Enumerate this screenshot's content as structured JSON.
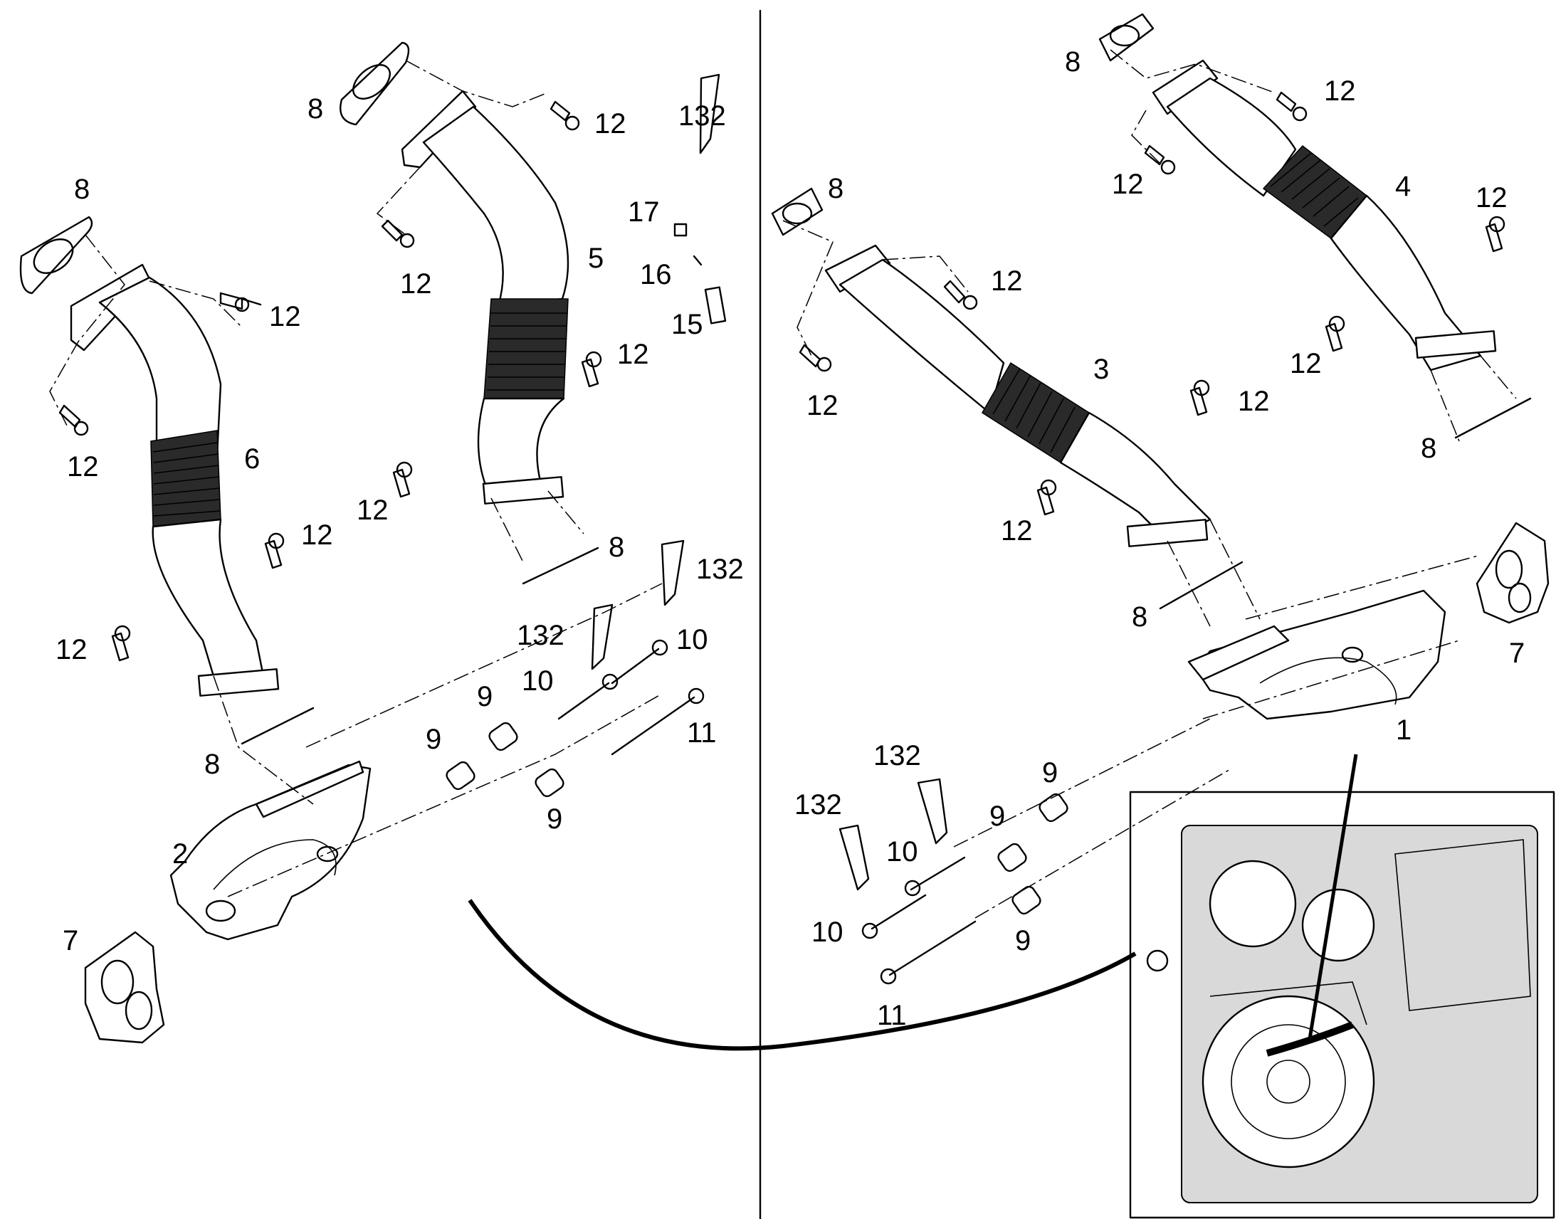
{
  "callouts": {
    "c1": "1",
    "c2": "2",
    "c3": "3",
    "c4": "4",
    "c5": "5",
    "c6": "6",
    "c7": "7",
    "c8": "8",
    "c9": "9",
    "c10": "10",
    "c11": "11",
    "c12": "12",
    "c15": "15",
    "c16": "16",
    "c17": "17",
    "c132": "132"
  },
  "colors": {
    "line": "#000000",
    "background": "#ffffff",
    "bellows": "#2a2a2a"
  }
}
